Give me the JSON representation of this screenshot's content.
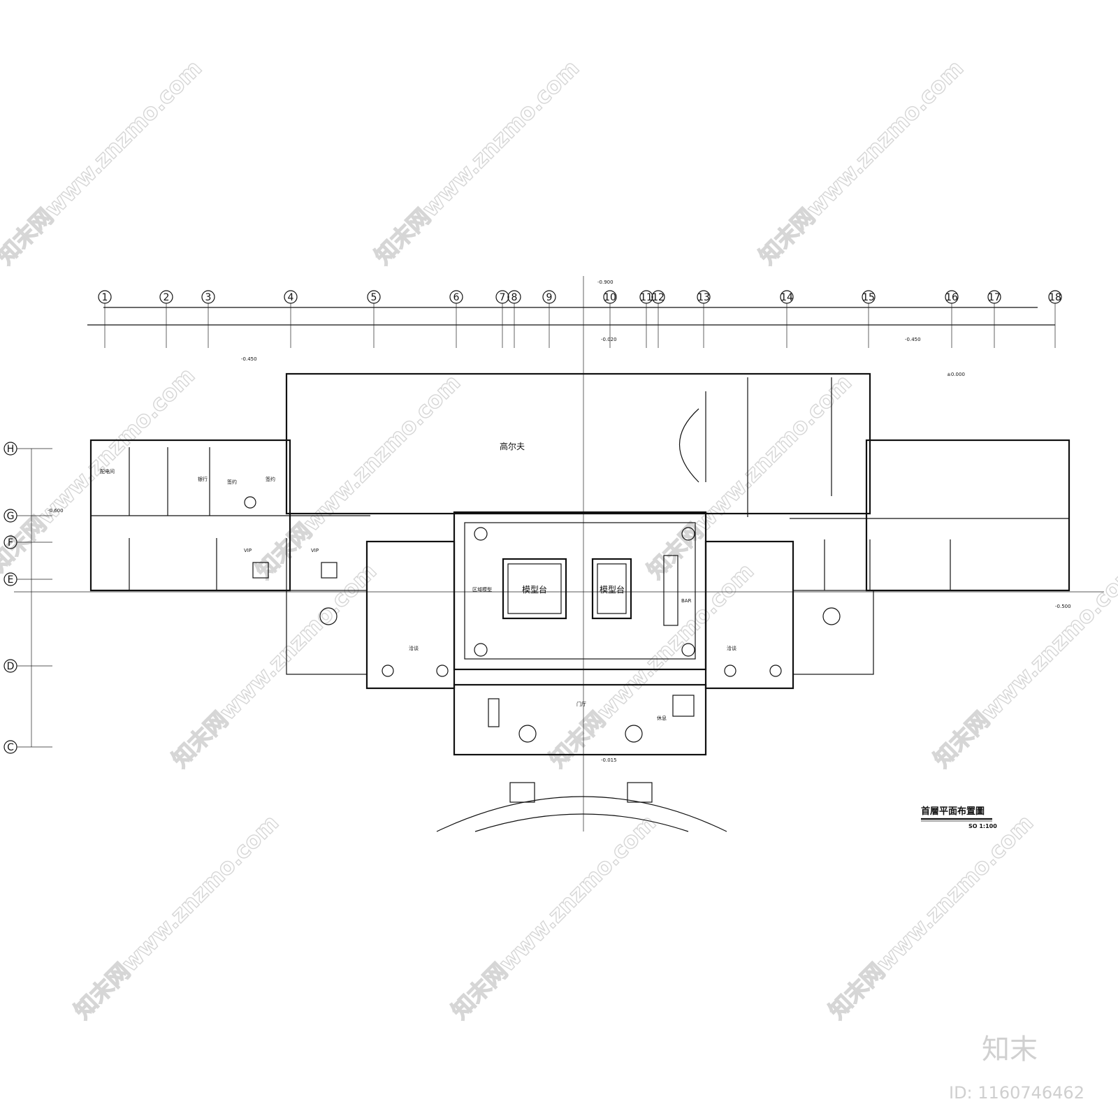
{
  "drawing": {
    "title": "首層平面布置圖",
    "scale_note": "SO 1:100"
  },
  "grid": {
    "columns": [
      "1",
      "2",
      "3",
      "4",
      "5",
      "6",
      "7",
      "8",
      "9",
      "10",
      "11",
      "12",
      "13",
      "14",
      "15",
      "16",
      "17",
      "18"
    ],
    "rows": [
      "H",
      "G",
      "F",
      "E",
      "D",
      "C"
    ]
  },
  "rooms": {
    "golf": "高尔夫",
    "sand_table_1": "模型台",
    "sand_table_2": "模型台",
    "hall": "门厅",
    "negotiation_left": "洽谈",
    "negotiation_right": "洽谈",
    "vip_1": "VIP",
    "vip_2": "VIP",
    "signing_1": "签约",
    "signing_2": "签约",
    "bank": "银行",
    "power_room": "配电间",
    "lounge": "休息",
    "bar": "BAR",
    "zone_model": "区域模型"
  },
  "levels": {
    "top": "-0.900",
    "mid": "-0.020",
    "left": "-0.450",
    "right": "-0.450",
    "zero": "±0.000",
    "west": "-0.600",
    "east": "-0.500",
    "entrance": "-0.015"
  },
  "watermark": {
    "text": "知末网www.znzmo.com",
    "brand": "知末",
    "id": "ID: 1160746462"
  }
}
